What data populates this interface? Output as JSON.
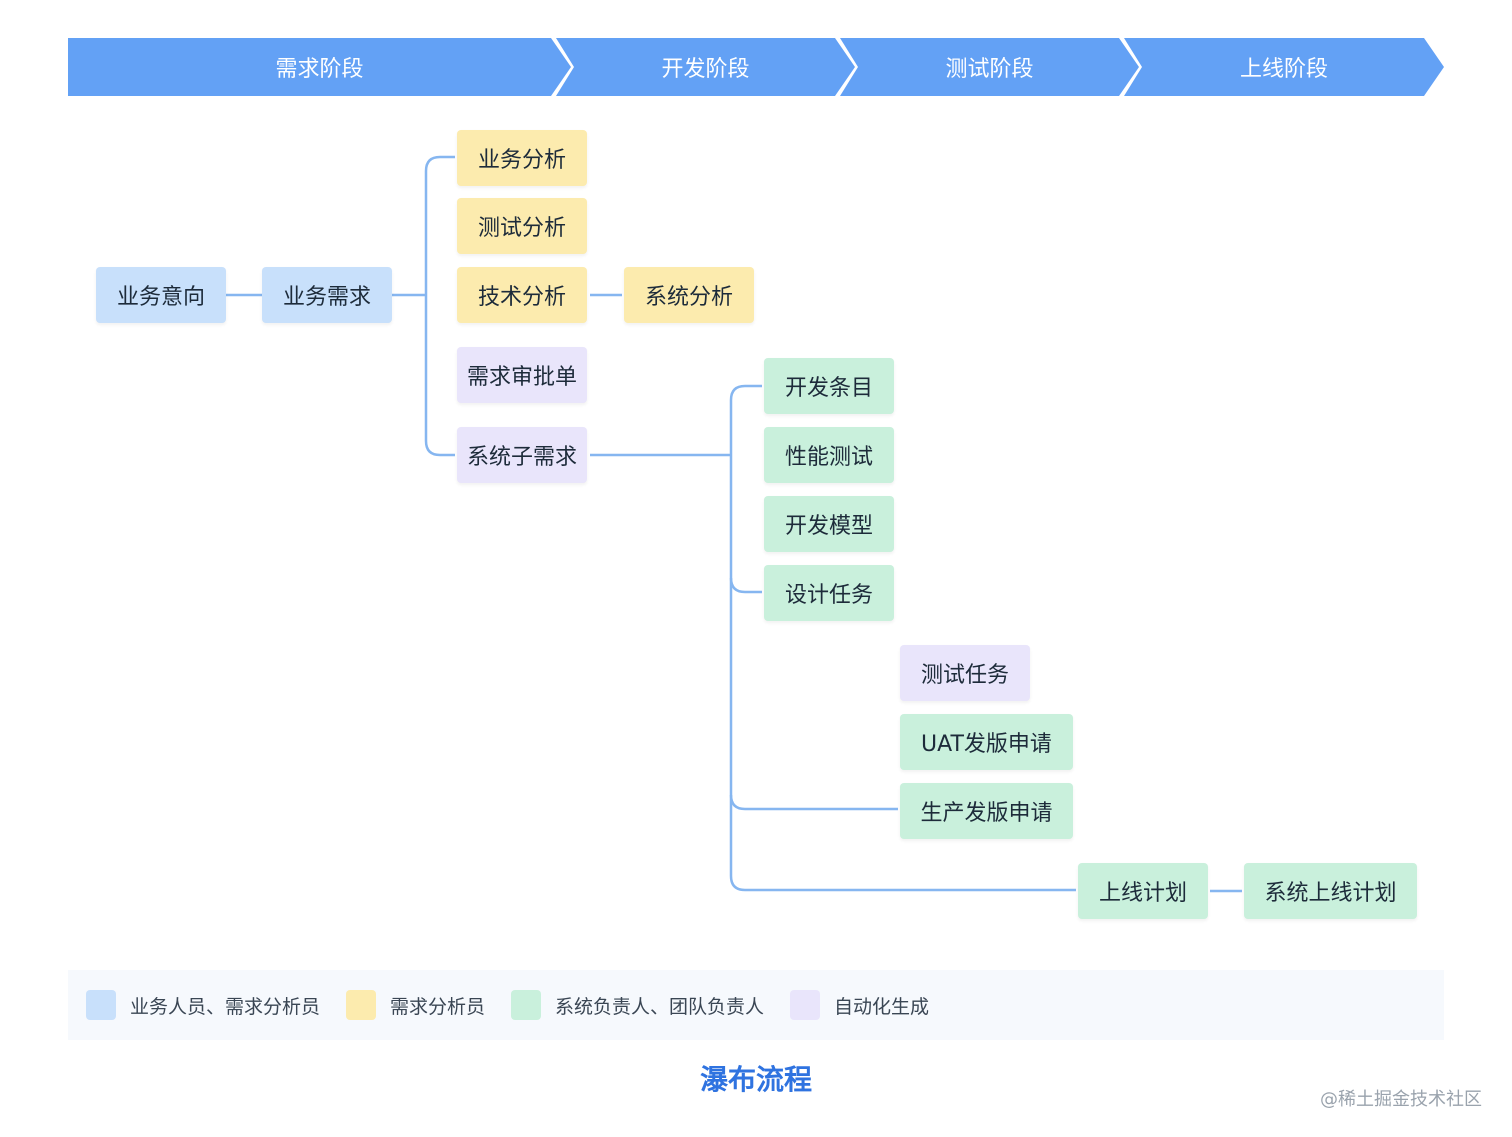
{
  "phases": [
    "需求阶段",
    "开发阶段",
    "测试阶段",
    "上线阶段"
  ],
  "nodes": {
    "yiwuyixiang": "业务意向",
    "yiwuxuqiu": "业务需求",
    "yewufenxi": "业务分析",
    "ceshifenxi": "测试分析",
    "jishufenxi": "技术分析",
    "xitongfenxi": "系统分析",
    "xuqiushenpi": "需求审批单",
    "xitongzixuqiu": "系统子需求",
    "kaifatiaomu": "开发条目",
    "xingnengceshi": "性能测试",
    "kaifamoxing": "开发模型",
    "shejirenwu": "设计任务",
    "ceshirenwu": "测试任务",
    "uatfaban": "UAT发版申请",
    "shengchanfaban": "生产发版申请",
    "shangxianjihua": "上线计划",
    "xitongshangxian": "系统上线计划"
  },
  "legend": [
    {
      "label": "业务人员、需求分析员",
      "color": "#c8e0fb"
    },
    {
      "label": "需求分析员",
      "color": "#fcebae"
    },
    {
      "label": "系统负责人、团队负责人",
      "color": "#c9f0dc"
    },
    {
      "label": "自动化生成",
      "color": "#e9e5fb"
    }
  ],
  "colors": {
    "phase": "#63a1f5",
    "connector": "#86b6f0",
    "title": "#2f73e0"
  },
  "title": "瀑布流程",
  "watermark": "@稀土掘金技术社区"
}
